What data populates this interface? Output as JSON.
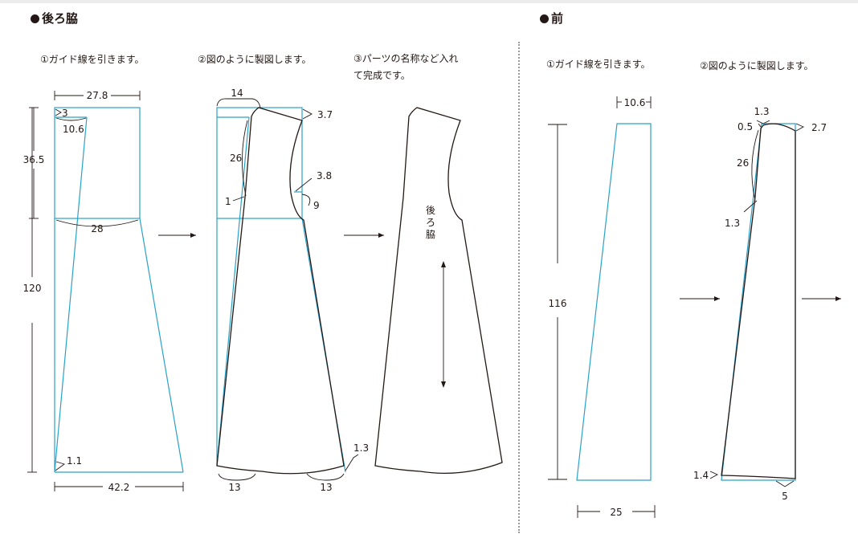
{
  "sections": {
    "back": {
      "title": "後ろ脇",
      "step1": "①ガイド線を引きます。",
      "step2": "②図のように製図します。",
      "step3_line1": "③パーツの名称など入れ",
      "step3_line2": "て完成です。",
      "part_name": [
        "後",
        "ろ",
        "脇"
      ]
    },
    "front": {
      "title": "前",
      "step1": "①ガイド線を引きます。",
      "step2": "②図のように製図します。"
    }
  },
  "measurements": {
    "back_guide": {
      "top_width": "27.8",
      "top_small": "3",
      "top_slant": "10.6",
      "upper_height": "36.5",
      "hip_width": "28",
      "total_length": "120",
      "hem_rise": "1.1",
      "hem_width": "42.2"
    },
    "back_draft": {
      "neck_width": "14",
      "shoulder_drop": "3.7",
      "armhole_depth": "26",
      "dart": "1",
      "side_in": "3.8",
      "side_curve": "9",
      "hem_rise": "1.3",
      "hem_left": "13",
      "hem_right": "13"
    },
    "front_guide": {
      "top_width": "10.6",
      "total_length": "116",
      "hem_width": "25"
    },
    "front_draft": {
      "neck_rise": "1.3",
      "neck_drop": "0.5",
      "shoulder_drop": "2.7",
      "armhole_depth": "26",
      "dart": "1.3",
      "hem_rise": "1.4",
      "hem_drop": "5"
    }
  },
  "colors": {
    "guide_line": "#29a2c9",
    "pattern_line": "#231815",
    "divider": "#9a9a9a"
  },
  "icons": {
    "arrow": "right-arrow-icon",
    "grain": "grainline-double-arrow-icon"
  }
}
